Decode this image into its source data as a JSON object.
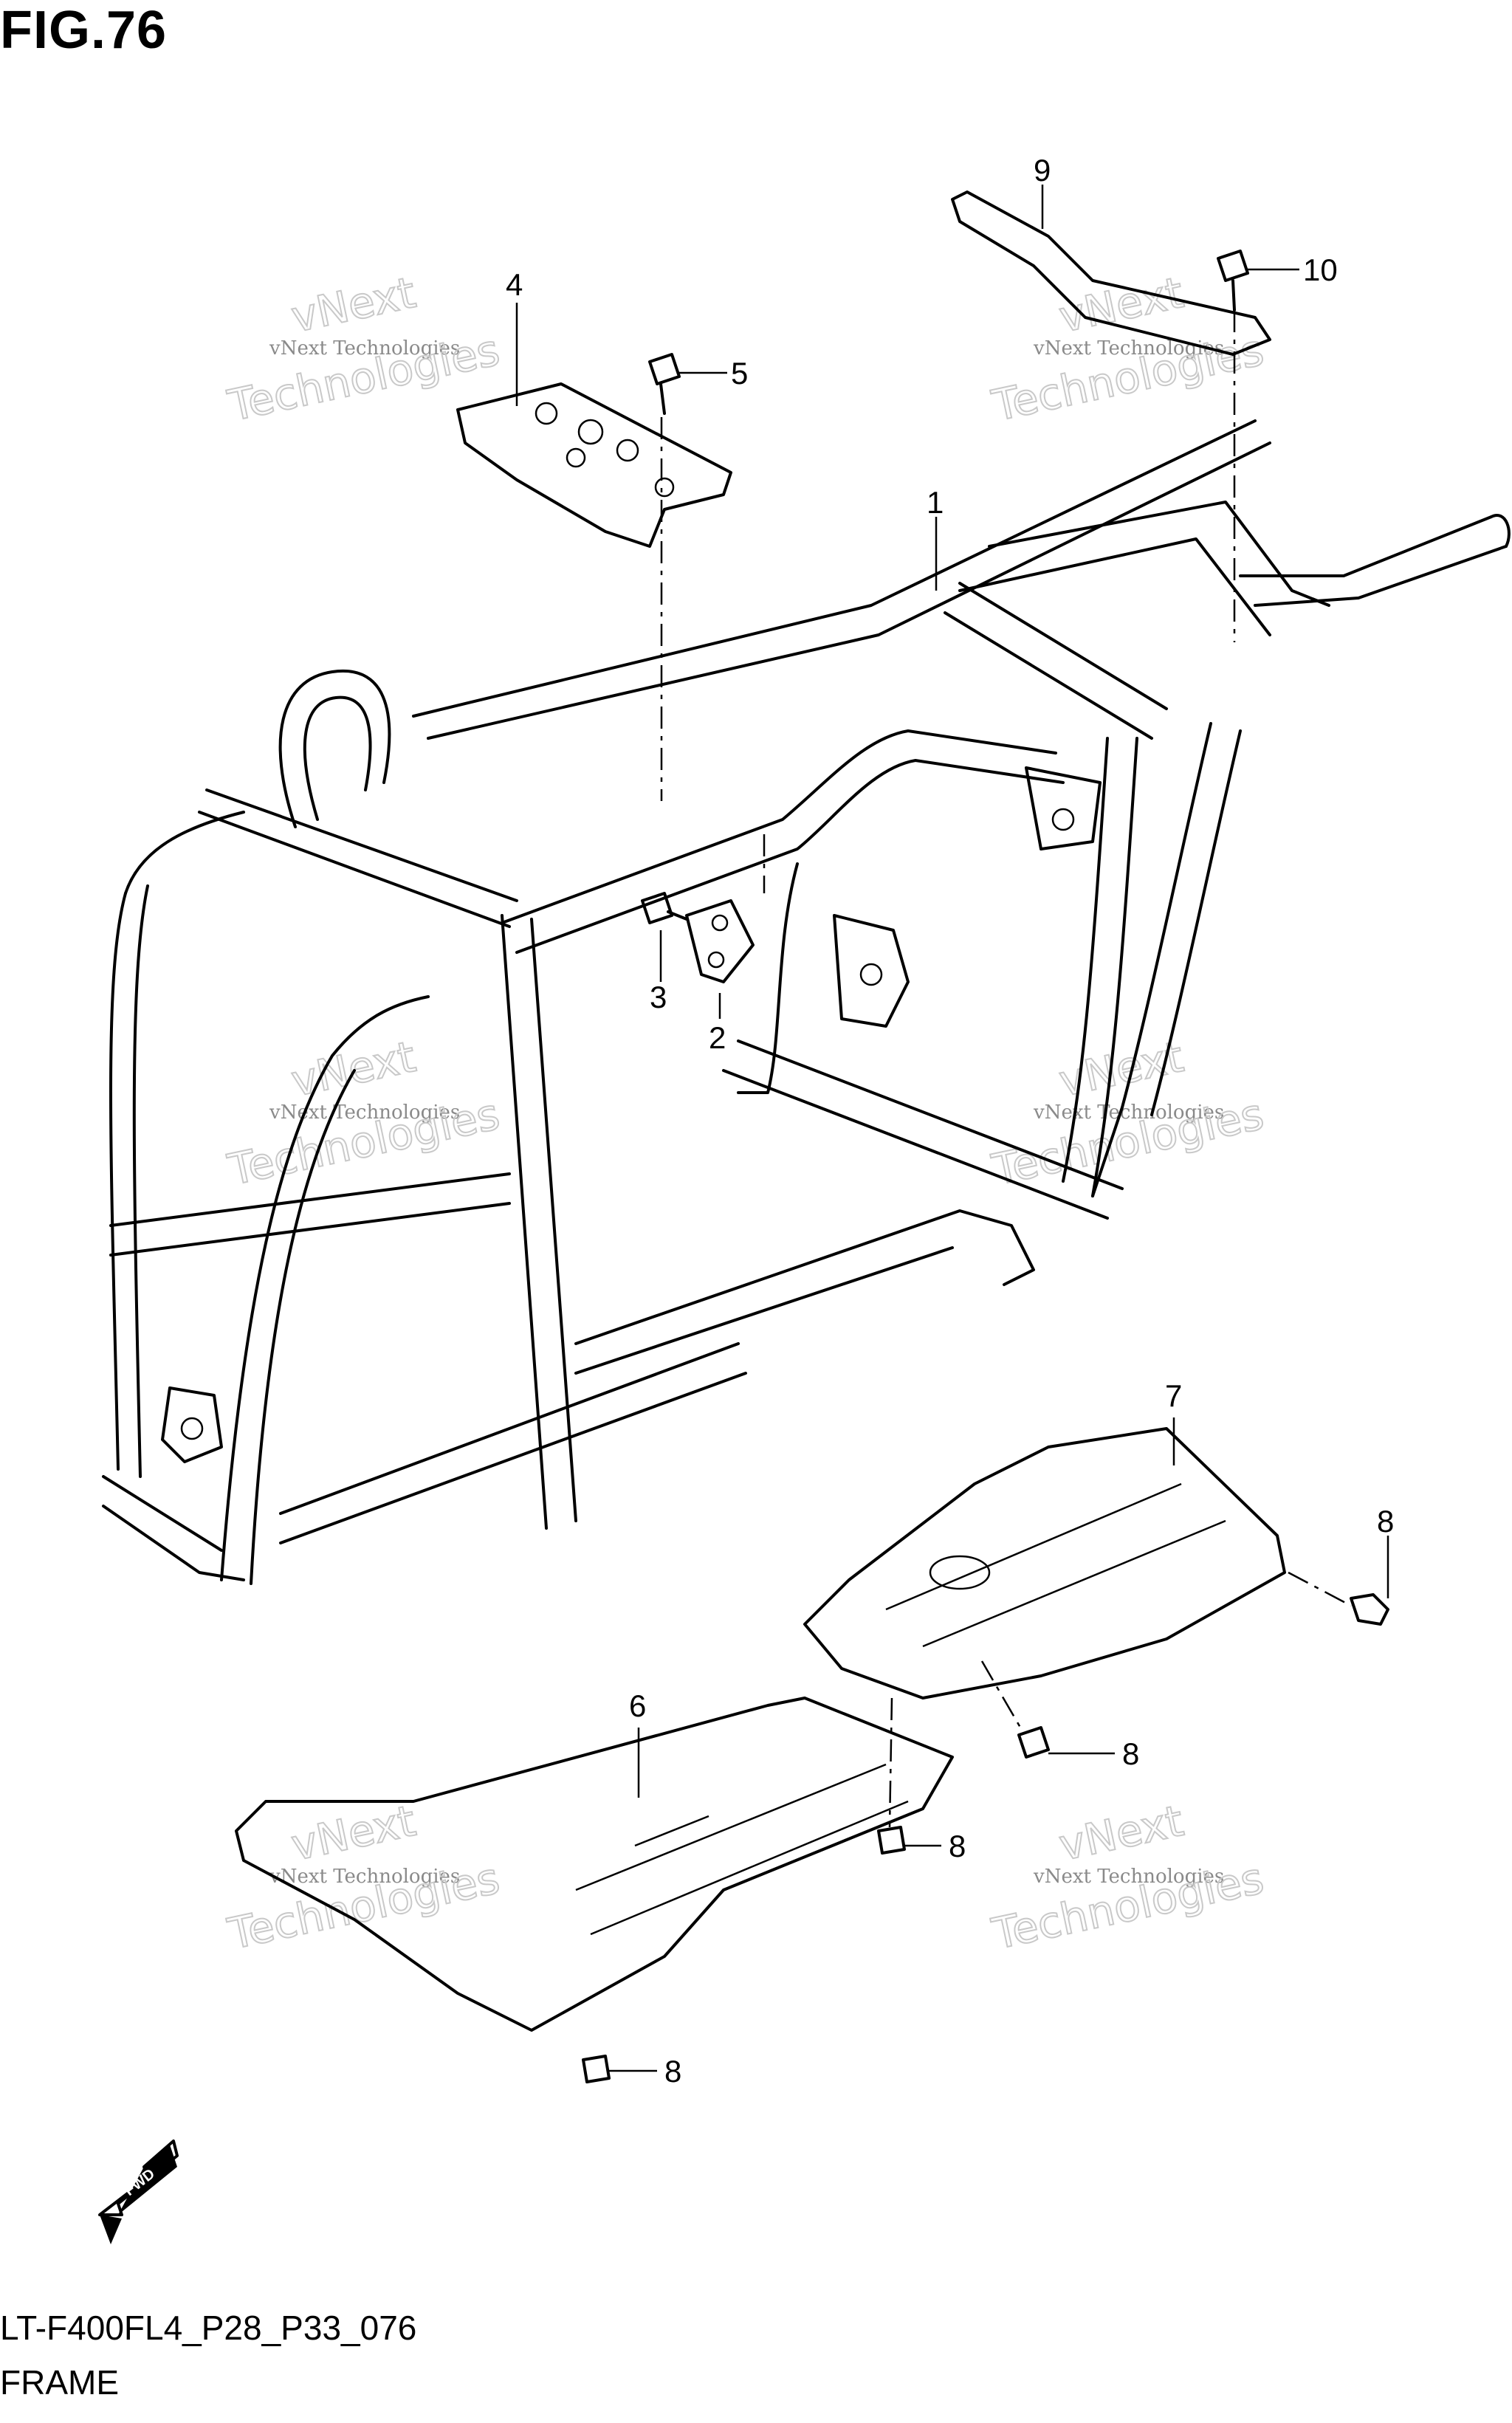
{
  "figure": {
    "title": "FIG.76",
    "code": "LT-F400FL4_P28_P33_076",
    "caption": "FRAME"
  },
  "watermark": {
    "line1": "vNext Technologies",
    "line2": "Technologies",
    "line3": "vNext"
  },
  "fwd_label": "FWD",
  "callouts": [
    {
      "id": "c1",
      "label": "1"
    },
    {
      "id": "c2",
      "label": "2"
    },
    {
      "id": "c3",
      "label": "3"
    },
    {
      "id": "c4",
      "label": "4"
    },
    {
      "id": "c5",
      "label": "5"
    },
    {
      "id": "c6",
      "label": "6"
    },
    {
      "id": "c7",
      "label": "7"
    },
    {
      "id": "c8a",
      "label": "8"
    },
    {
      "id": "c8b",
      "label": "8"
    },
    {
      "id": "c8c",
      "label": "8"
    },
    {
      "id": "c8d",
      "label": "8"
    },
    {
      "id": "c9",
      "label": "9"
    },
    {
      "id": "c10",
      "label": "10"
    }
  ]
}
